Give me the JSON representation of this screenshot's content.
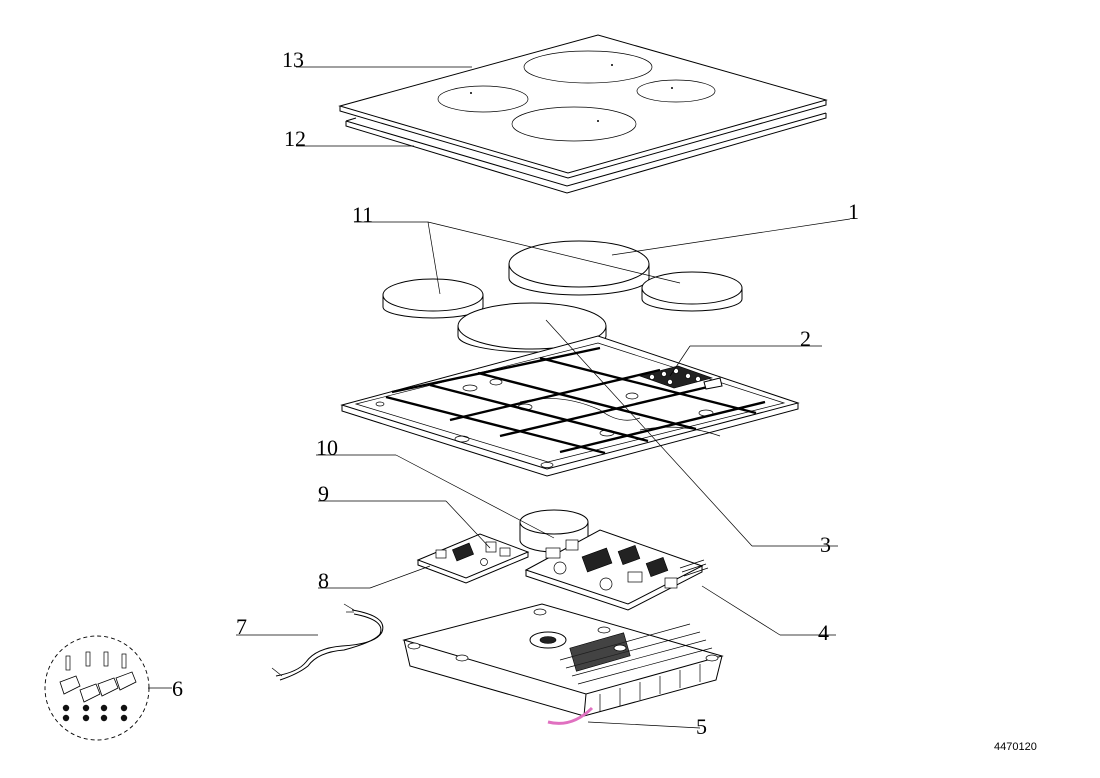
{
  "diagram": {
    "callouts": [
      "1",
      "2",
      "3",
      "4",
      "5",
      "6",
      "7",
      "8",
      "9",
      "10",
      "11",
      "12",
      "13"
    ],
    "drawing_code": "4470120"
  }
}
